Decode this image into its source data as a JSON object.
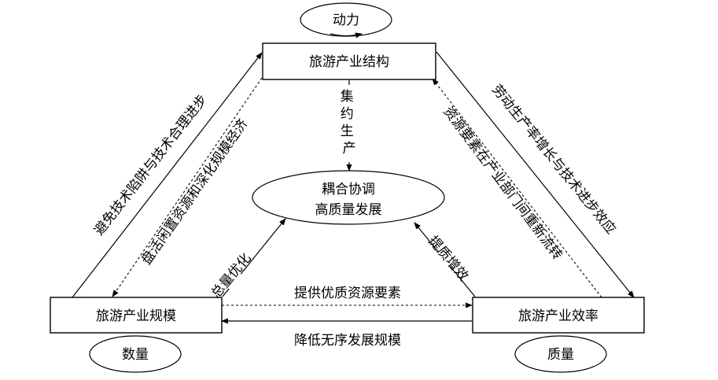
{
  "nodes": {
    "structure": "旅游产业结构",
    "scale": "旅游产业规模",
    "efficiency": "旅游产业效率",
    "center_line1": "耦合协调",
    "center_line2": "高质量发展"
  },
  "tags": {
    "power": "动力",
    "quantity": "数量",
    "quality": "质量"
  },
  "edges": {
    "left_outer": "避免技术陷阱与技术合理进步",
    "left_inner": "盘活闲置资源和深化规模经济",
    "right_outer": "劳动生产率增长与技术进步效应",
    "right_inner": "资源要素在产业部门间重新流转",
    "bottom_top": "提供优质资源要素",
    "bottom_bottom": "降低无序发展规模",
    "center_top": "集约生产",
    "center_left": "总量优化",
    "center_right": "提质增效"
  }
}
